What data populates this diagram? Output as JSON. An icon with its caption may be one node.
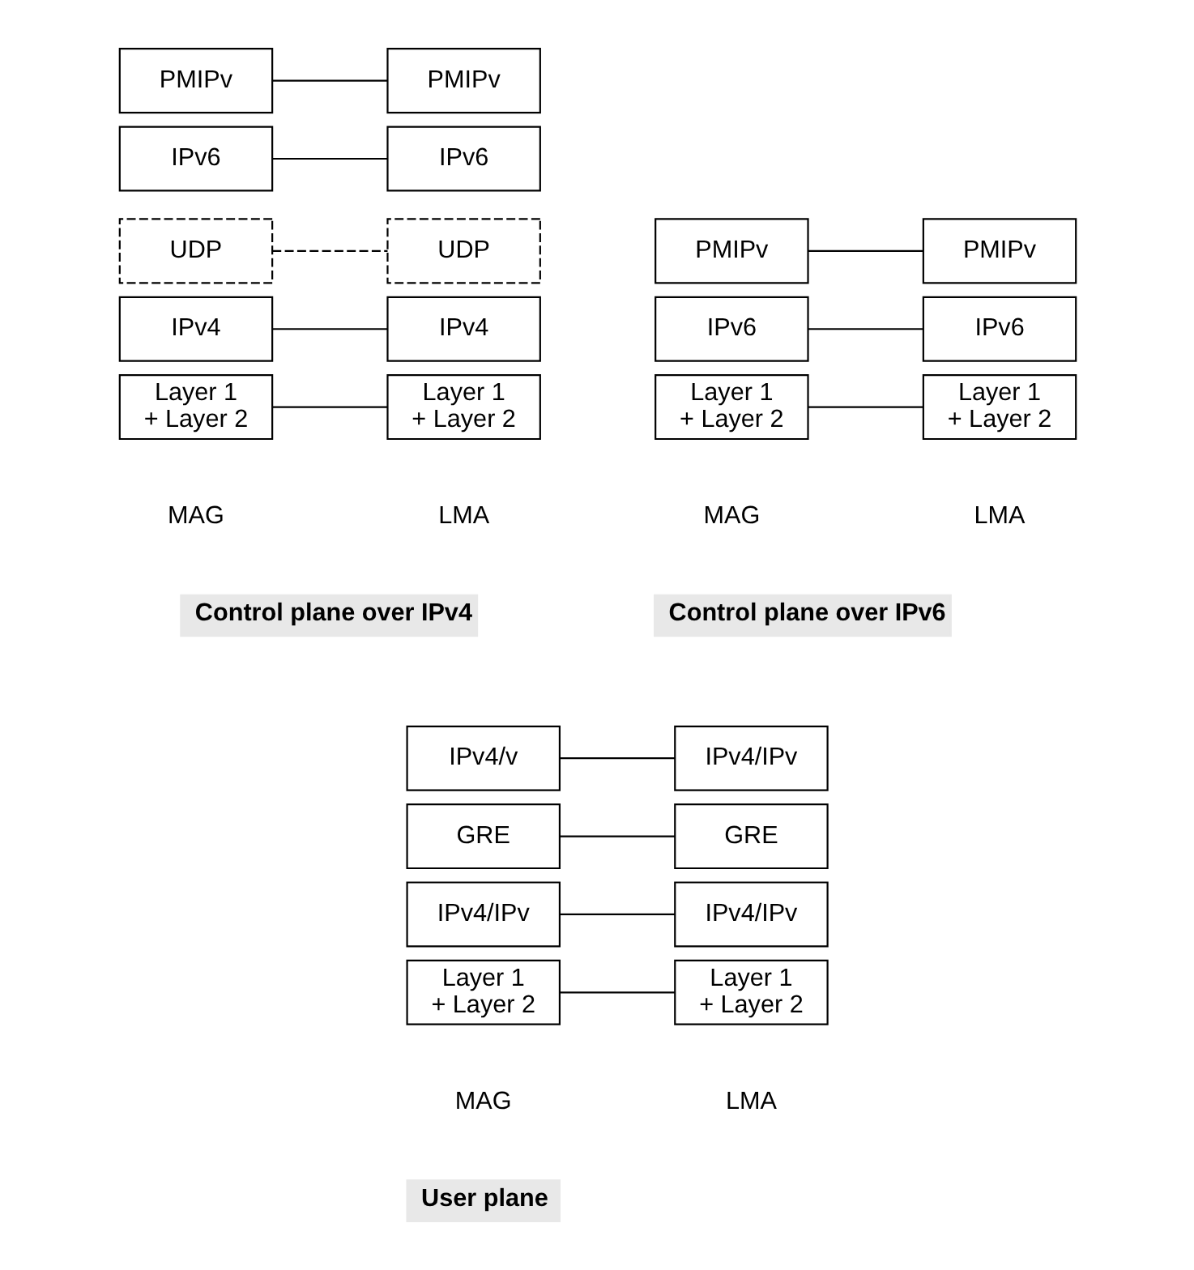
{
  "diagram": {
    "nodes": [
      {
        "text": [
          "PMIPv"
        ]
      },
      {
        "text": [
          "IPv6"
        ]
      },
      {
        "text": [
          "UDP"
        ]
      },
      {
        "text": [
          "IPv4"
        ]
      },
      {
        "text": [
          "Layer 1 + Layer 2"
        ]
      },
      {
        "text": [
          "PMIPv"
        ]
      },
      {
        "text": [
          "IPv6"
        ]
      },
      {
        "text": [
          "UDP"
        ]
      },
      {
        "text": [
          "IPv4"
        ]
      },
      {
        "text": [
          "Layer 1 + Layer 2"
        ]
      },
      {
        "text": [
          "PMIPv"
        ]
      },
      {
        "text": [
          "IPv6"
        ]
      },
      {
        "text": [
          "Layer 1 + Layer 2"
        ]
      },
      {
        "text": [
          "PMIPv"
        ]
      },
      {
        "text": [
          "IPv6"
        ]
      },
      {
        "text": [
          "Layer 1 + Layer 2"
        ]
      },
      {
        "text": [
          "IPv4/v"
        ]
      },
      {
        "text": [
          "GRE"
        ]
      },
      {
        "text": [
          "IPv4/IPv"
        ]
      },
      {
        "text": [
          "Layer 1 + Layer 2"
        ]
      },
      {
        "text": [
          "IPv4/IPv"
        ]
      },
      {
        "text": [
          "GRE"
        ]
      },
      {
        "text": [
          "IPv4/IPv"
        ]
      },
      {
        "text": [
          "Layer 1 + Layer 2"
        ]
      }
    ],
    "edges": [
      {
        "from": 0,
        "to": 5,
        "arrow": "none"
      },
      {
        "from": 1,
        "to": 6,
        "arrow": "none"
      },
      {
        "from": 2,
        "to": 7,
        "arrow": "none",
        "style": "dashed"
      },
      {
        "from": 3,
        "to": 8,
        "arrow": "none"
      },
      {
        "from": 4,
        "to": 9,
        "arrow": "none"
      },
      {
        "from": 10,
        "to": 13,
        "arrow": "none"
      },
      {
        "from": 11,
        "to": 14,
        "arrow": "none"
      },
      {
        "from": 12,
        "to": 15,
        "arrow": "none"
      },
      {
        "from": 16,
        "to": 20,
        "arrow": "none"
      },
      {
        "from": 17,
        "to": 21,
        "arrow": "none"
      },
      {
        "from": 18,
        "to": 22,
        "arrow": "none"
      },
      {
        "from": 19,
        "to": 23,
        "arrow": "none"
      }
    ],
    "labels": [
      "MAG",
      "LMA",
      "Control plane over IPv4",
      "MAG",
      "LMA",
      "Control plane over IPv6",
      "MAG",
      "LMA",
      "User plane"
    ]
  }
}
